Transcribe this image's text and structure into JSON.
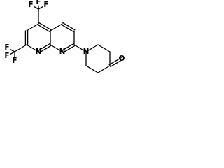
{
  "structure": {
    "atom_labels": {
      "n_ring_1": "N",
      "n_ring_2": "N",
      "n_piperidine": "N",
      "o_ketone": "O",
      "f_top_1": "F",
      "f_top_2": "F",
      "f_top_3": "F",
      "f_left_1": "F",
      "f_left_2": "F",
      "f_left_3": "F"
    }
  }
}
